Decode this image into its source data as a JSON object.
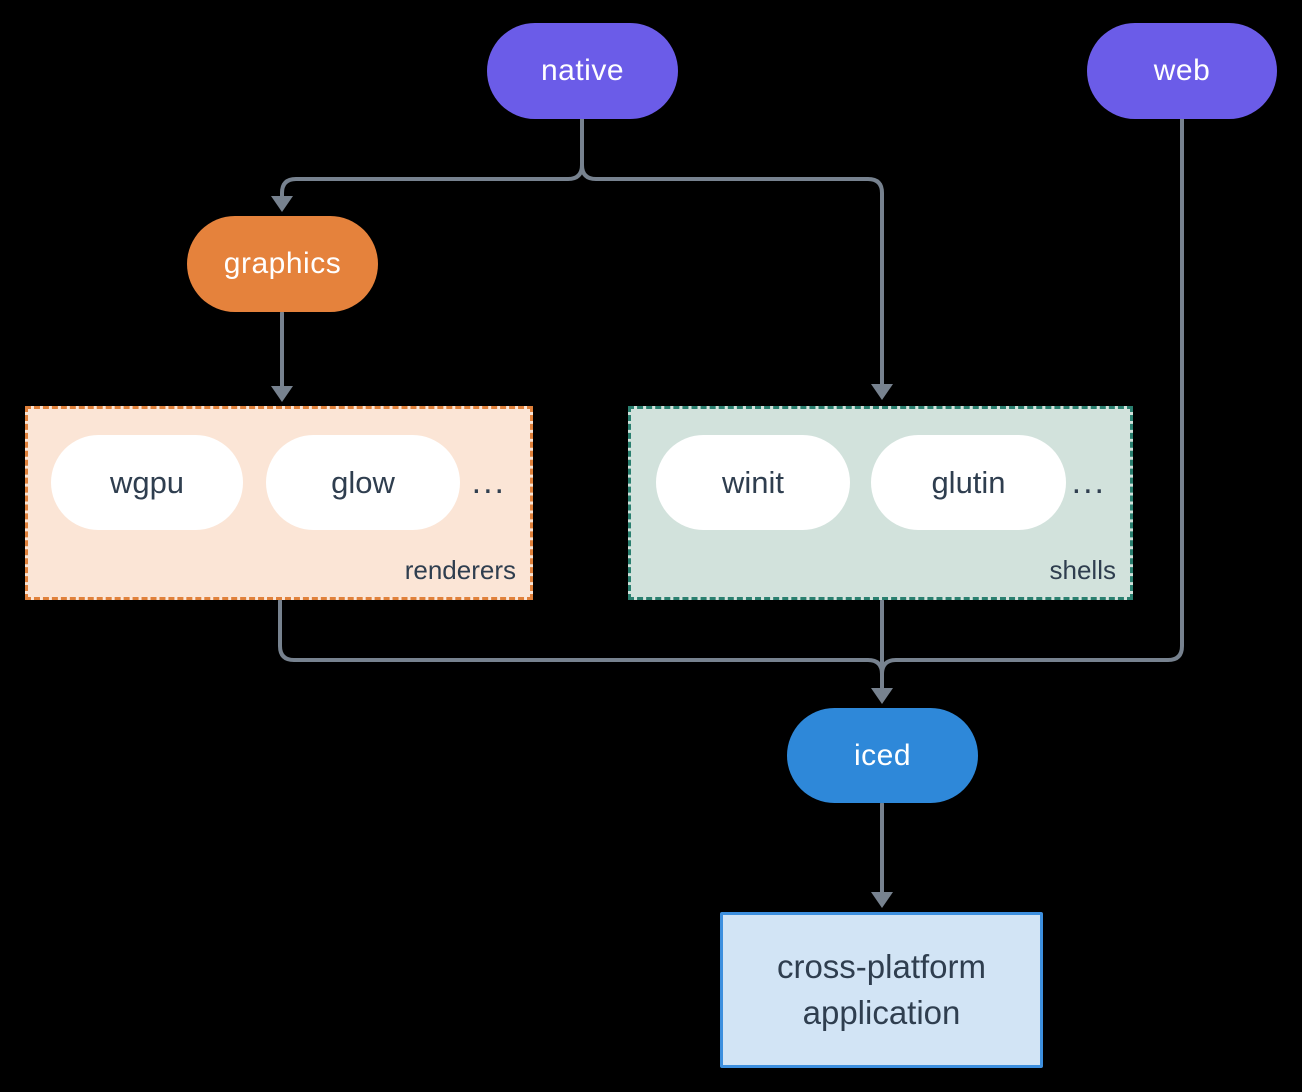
{
  "diagram": {
    "background": "#000000",
    "edge_color": "#77828F",
    "nodes": {
      "native": {
        "label": "native",
        "fill": "#6B5CE8",
        "text_color": "#FFFFFF"
      },
      "web": {
        "label": "web",
        "fill": "#6B5CE8",
        "text_color": "#FFFFFF"
      },
      "graphics": {
        "label": "graphics",
        "fill": "#E5823C",
        "text_color": "#FFFFFF"
      },
      "iced": {
        "label": "iced",
        "fill": "#2E88D9",
        "text_color": "#FFFFFF"
      },
      "application": {
        "label_line1": "cross-platform",
        "label_line2": "application",
        "fill": "#D2E4F5",
        "border": "#3D8FDE",
        "text_color": "#2F3E4F"
      }
    },
    "groups": {
      "renderers": {
        "label": "renderers",
        "fill": "#FBE5D6",
        "border": "#E0813B",
        "text_color": "#2F3E4F",
        "items": [
          "wgpu",
          "glow"
        ],
        "ellipsis": "..."
      },
      "shells": {
        "label": "shells",
        "fill": "#D2E2DC",
        "border": "#2A7F6F",
        "text_color": "#2F3E4F",
        "items": [
          "winit",
          "glutin"
        ],
        "ellipsis": "..."
      }
    },
    "edges": [
      {
        "from": "native",
        "to": "graphics"
      },
      {
        "from": "native",
        "to": "shells"
      },
      {
        "from": "graphics",
        "to": "renderers"
      },
      {
        "from": "renderers",
        "to": "iced"
      },
      {
        "from": "shells",
        "to": "iced"
      },
      {
        "from": "web",
        "to": "iced"
      },
      {
        "from": "iced",
        "to": "application"
      }
    ]
  }
}
